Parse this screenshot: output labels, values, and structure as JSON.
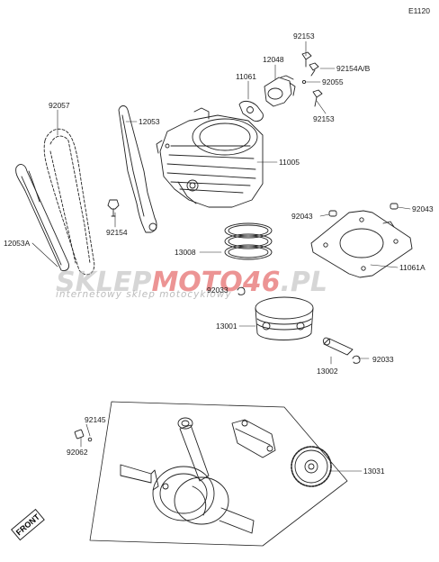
{
  "diagram_code": "E1120",
  "watermark": {
    "brand_pre": "SKLEP",
    "brand_hl": "MOTO46",
    "brand_post": ".PL",
    "tagline": "internetowy sklep motocyklowy"
  },
  "front_label": "FRONT",
  "parts": {
    "p92153_top": "92153",
    "p12048": "12048",
    "p11061": "11061",
    "p92154ab": "92154A/B",
    "p92055": "92055",
    "p92153_low": "92153",
    "p92057": "92057",
    "p12053": "12053",
    "p11005": "11005",
    "p12053a": "12053A",
    "p92154": "92154",
    "p92043_l": "92043",
    "p92043_r": "92043",
    "p13008": "13008",
    "p11061a": "11061A",
    "p92033_t": "92033",
    "p13001": "13001",
    "p13002": "13002",
    "p92033_b": "92033",
    "p92145": "92145",
    "p92062": "92062",
    "p13031": "13031"
  }
}
